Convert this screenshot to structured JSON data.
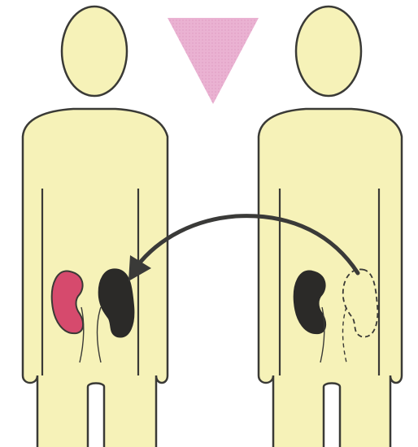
{
  "colors": {
    "background": "#ffffff",
    "body_fill": "#f6f2b8",
    "body_outline": "#3a3a36",
    "recipient_kidney": "#d64a6d",
    "donor_kidney": "#2b2a28",
    "arrow": "#3a3a38",
    "top_arrow": "#eab2d2"
  },
  "figures": [
    {
      "role": "recipient",
      "kidneys": [
        "diseased-kidney",
        "transplanted-kidney"
      ]
    },
    {
      "role": "donor",
      "kidneys": [
        "remaining-kidney",
        "removed-kidney-outline"
      ]
    }
  ],
  "arrows": [
    {
      "id": "top-arrow",
      "direction": "down"
    },
    {
      "id": "transfer-arrow",
      "from": "donor",
      "to": "recipient"
    }
  ]
}
